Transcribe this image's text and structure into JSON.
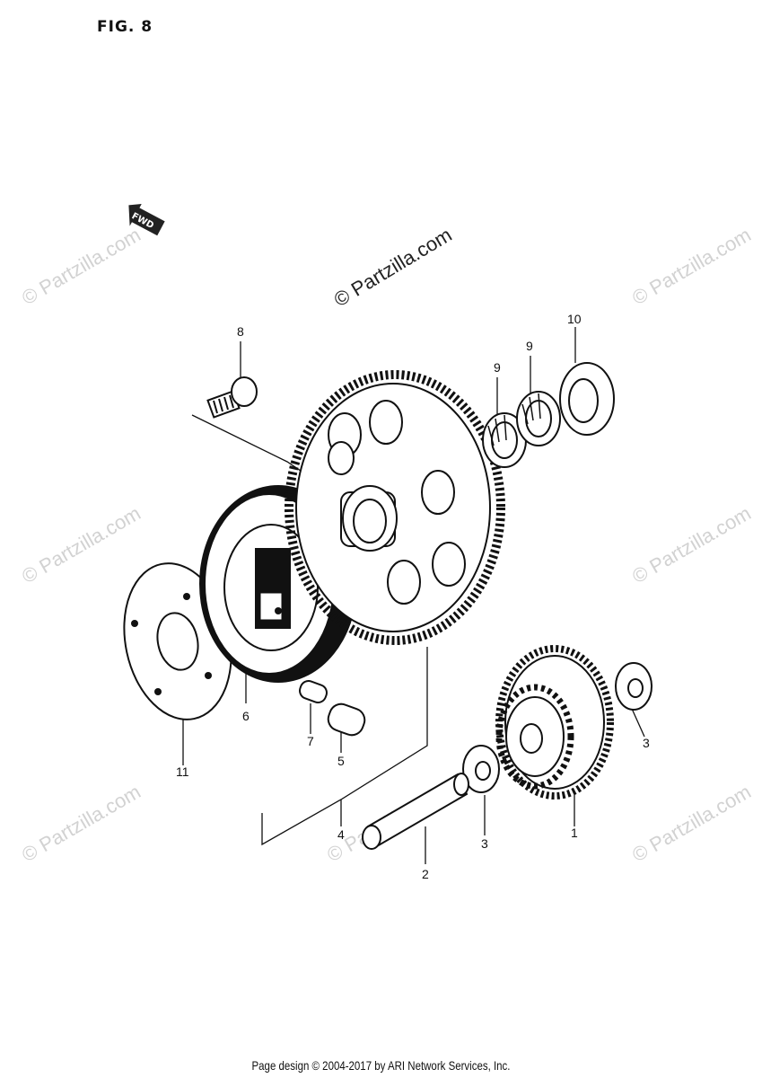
{
  "figure": {
    "label": "FIG. 8"
  },
  "watermark": {
    "center_text": "© Partzilla.com",
    "tile_text": "© Partzilla.com"
  },
  "direction_arrow": {
    "text": "FWD",
    "icon": "fwd-arrow-icon"
  },
  "callouts": [
    {
      "id": "c1",
      "text": "1"
    },
    {
      "id": "c2",
      "text": "2"
    },
    {
      "id": "c3a",
      "text": "3"
    },
    {
      "id": "c3b",
      "text": "3"
    },
    {
      "id": "c4",
      "text": "4"
    },
    {
      "id": "c5",
      "text": "5"
    },
    {
      "id": "c6",
      "text": "6"
    },
    {
      "id": "c7",
      "text": "7"
    },
    {
      "id": "c8",
      "text": "8"
    },
    {
      "id": "c9a",
      "text": "9"
    },
    {
      "id": "c9b",
      "text": "9"
    },
    {
      "id": "c10",
      "text": "10"
    },
    {
      "id": "c11",
      "text": "11"
    }
  ],
  "footer": {
    "text": "Page design © 2004-2017 by ARI Network Services, Inc."
  }
}
